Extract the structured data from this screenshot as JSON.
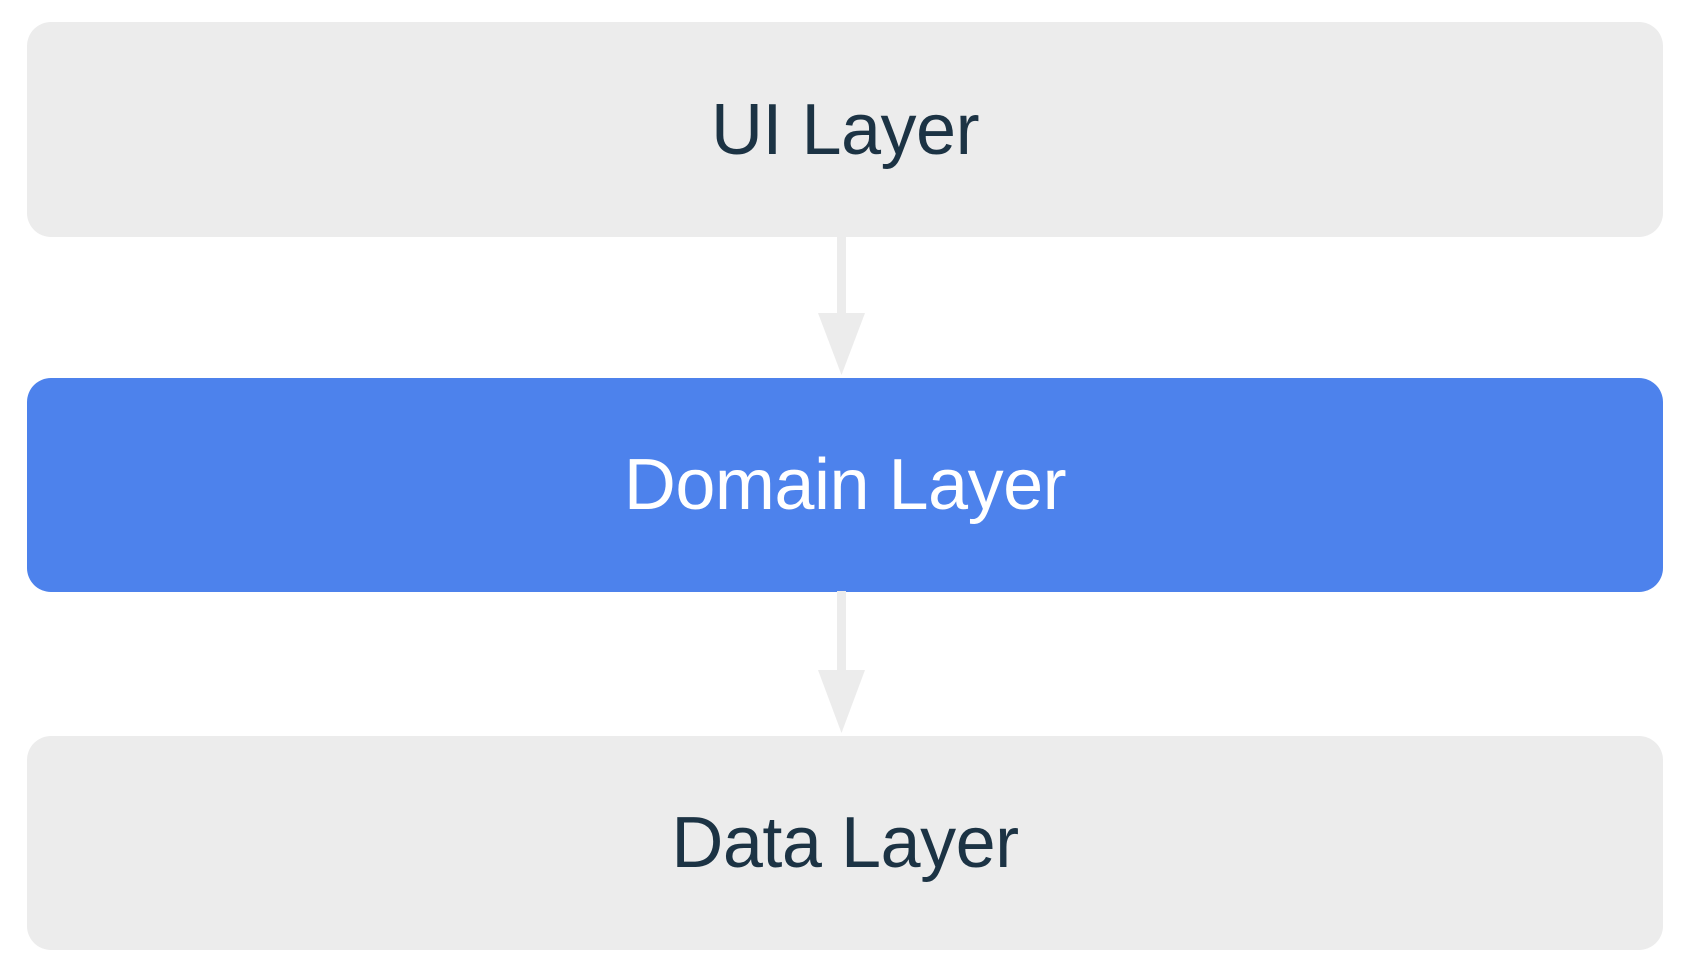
{
  "diagram": {
    "type": "flowchart-vertical",
    "background_color": "#ffffff",
    "nodes": [
      {
        "id": "ui-layer",
        "label": "UI Layer",
        "background_color": "#ececec",
        "text_color": "#1c3344",
        "highlighted": false
      },
      {
        "id": "domain-layer",
        "label": "Domain Layer",
        "background_color": "#4d82ec",
        "text_color": "#ffffff",
        "highlighted": true
      },
      {
        "id": "data-layer",
        "label": "Data Layer",
        "background_color": "#ececec",
        "text_color": "#1c3344",
        "highlighted": false
      }
    ],
    "edges": [
      {
        "id": "ui-to-domain",
        "from": "ui-layer",
        "to": "domain-layer",
        "direction": "down",
        "color": "#ececec",
        "arrowhead": "solid-triangle"
      },
      {
        "id": "domain-to-data",
        "from": "domain-layer",
        "to": "data-layer",
        "direction": "down",
        "color": "#ececec",
        "arrowhead": "solid-triangle"
      }
    ]
  }
}
